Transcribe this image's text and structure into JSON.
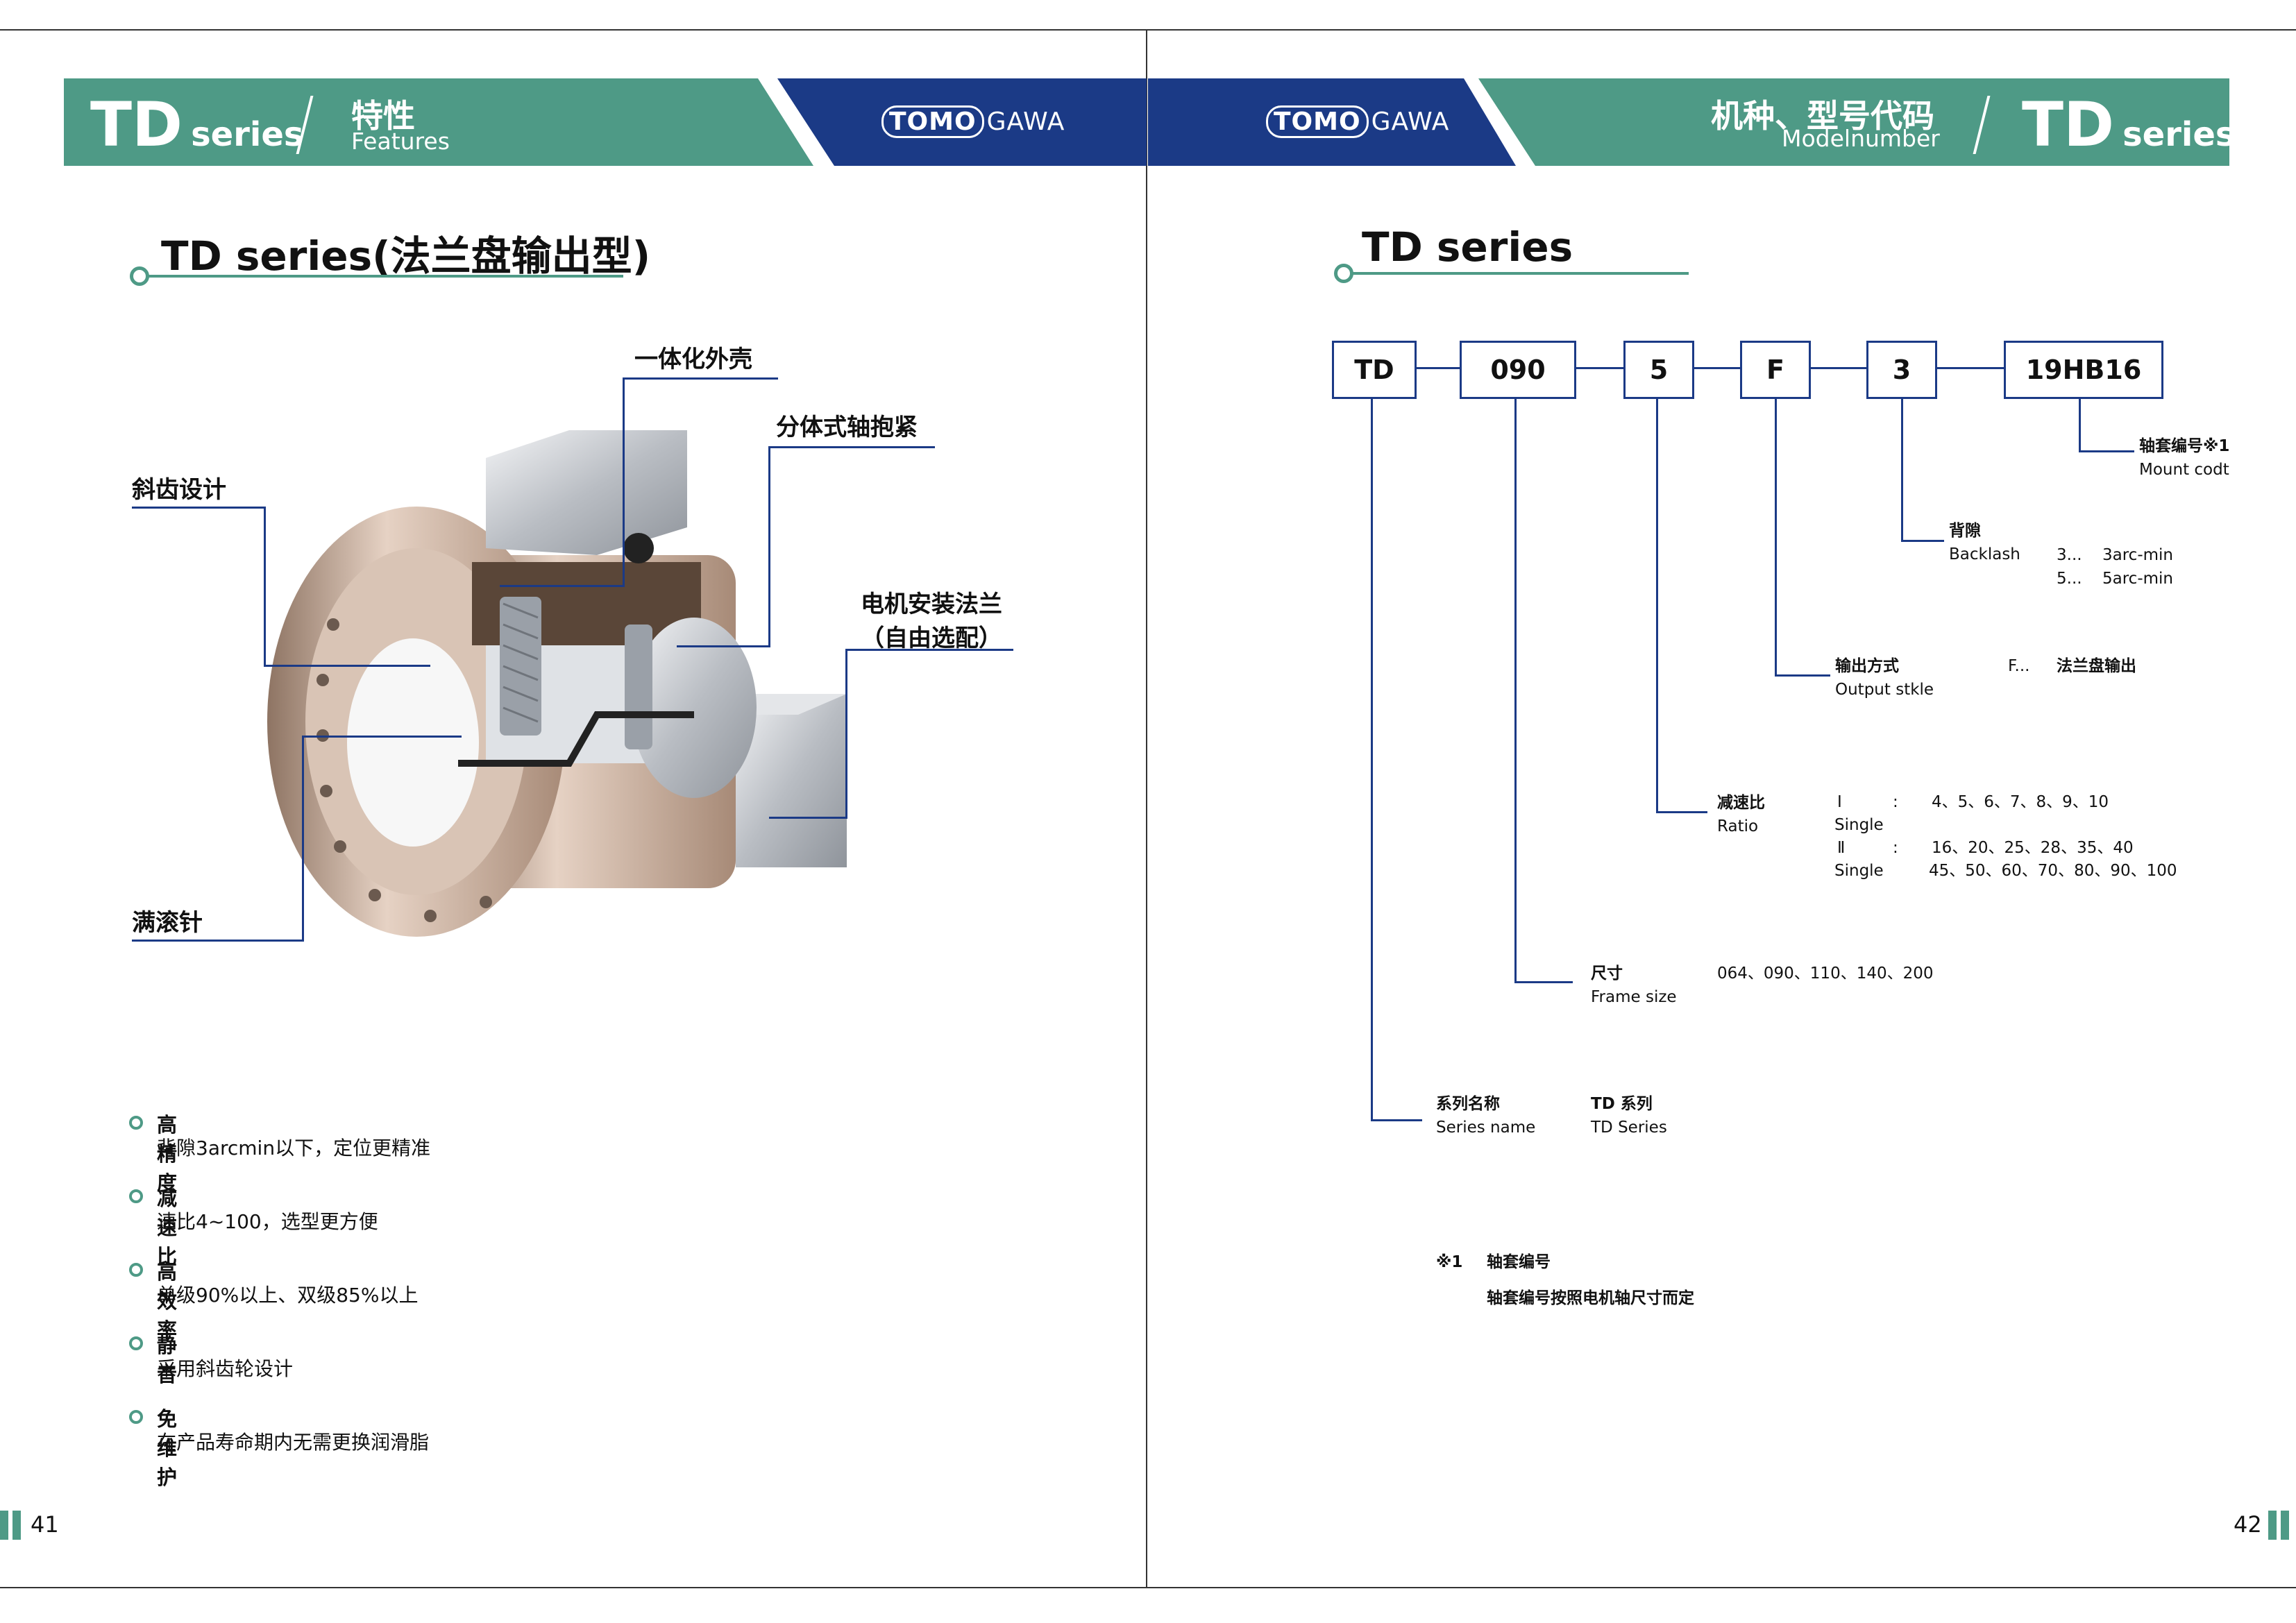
{
  "left_page": {
    "header": {
      "series_big": "TD",
      "series_small": "series",
      "section_zh": "特性",
      "section_en": "Features",
      "logo_a": "TOMO",
      "logo_b": "GAWA"
    },
    "section_title": "TD series(法兰盘输出型)",
    "callouts": {
      "housing": "一体化外壳",
      "split_clamp": "分体式轴抱紧",
      "helical": "斜齿设计",
      "motor_flange_1": "电机安装法兰",
      "motor_flange_2": "（自由选配）",
      "needle": "满滚针"
    },
    "features": [
      {
        "title": "高精度",
        "desc": "背隙3arcmin以下，定位更精准"
      },
      {
        "title": "减速比",
        "desc": "速比4~100，选型更方便"
      },
      {
        "title": "高效率",
        "desc": "单级90%以上、双级85%以上"
      },
      {
        "title": "静音",
        "desc": "采用斜齿轮设计"
      },
      {
        "title": "免维护",
        "desc": "在产品寿命期内无需更换润滑脂"
      }
    ],
    "page_number": "41"
  },
  "right_page": {
    "header": {
      "section_zh": "机种、型号代码",
      "section_en": "Modelnumber",
      "series_big": "TD",
      "series_small": "series",
      "logo_a": "TOMO",
      "logo_b": "GAWA"
    },
    "section_title": "TD series",
    "code_boxes": [
      "TD",
      "090",
      "5",
      "F",
      "3",
      "19HB16"
    ],
    "legend": {
      "mount": {
        "zh": "轴套编号※1",
        "en": "Mount codt"
      },
      "backlash": {
        "zh": "背隙",
        "en": "Backlash",
        "options": [
          {
            "k": "3...",
            "v": "3arc-min"
          },
          {
            "k": "5...",
            "v": "5arc-min"
          }
        ]
      },
      "output": {
        "zh": "输出方式",
        "en": "Output stkle",
        "k": "F...",
        "v": "法兰盘输出"
      },
      "ratio": {
        "zh": "减速比",
        "en": "Ratio",
        "rows": [
          {
            "a": "Ⅰ",
            "b": ":",
            "c": "4、5、6、7、8、9、10"
          },
          {
            "a": "Single",
            "b": "",
            "c": ""
          },
          {
            "a": "Ⅱ",
            "b": ":",
            "c": "16、20、25、28、35、40"
          },
          {
            "a": "Single",
            "b": "",
            "c": "45、50、60、70、80、90、100"
          }
        ]
      },
      "frame": {
        "zh": "尺寸",
        "en": "Frame size",
        "values": "064、090、110、140、200"
      },
      "series": {
        "zh": "系列名称",
        "en": "Series name",
        "v_zh": "TD 系列",
        "v_en": "TD Series"
      }
    },
    "note": {
      "mark": "※1",
      "title": "轴套编号",
      "text": "轴套编号按照电机轴尺寸而定"
    },
    "page_number": "42"
  },
  "colors": {
    "teal": "#4e9a86",
    "navy": "#1b3a86",
    "bronze": "#c8ab95",
    "steel": "#c9ccd1"
  }
}
